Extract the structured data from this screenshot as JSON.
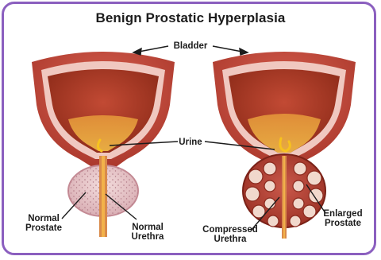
{
  "title": "Benign Prostatic Hyperplasia",
  "labels": {
    "bladder": "Bladder",
    "urine": "Urine",
    "normal_prostate": [
      "Normal",
      "Prostate"
    ],
    "normal_urethra": [
      "Normal",
      "Urethra"
    ],
    "compressed_urethra": [
      "Compressed",
      "Urethra"
    ],
    "enlarged_prostate": [
      "Enlarged",
      "Prostate"
    ]
  },
  "colors": {
    "border": "#8b5fbf",
    "bladder_outer": "#c8463a",
    "bladder_wall": "#f0c8c0",
    "bladder_inner": "#a8331f",
    "urine": "#f0b23c",
    "prostate_normal": "#e8c8cc",
    "prostate_enlarged": "#b8453a",
    "urethra": "#d98a4a"
  }
}
